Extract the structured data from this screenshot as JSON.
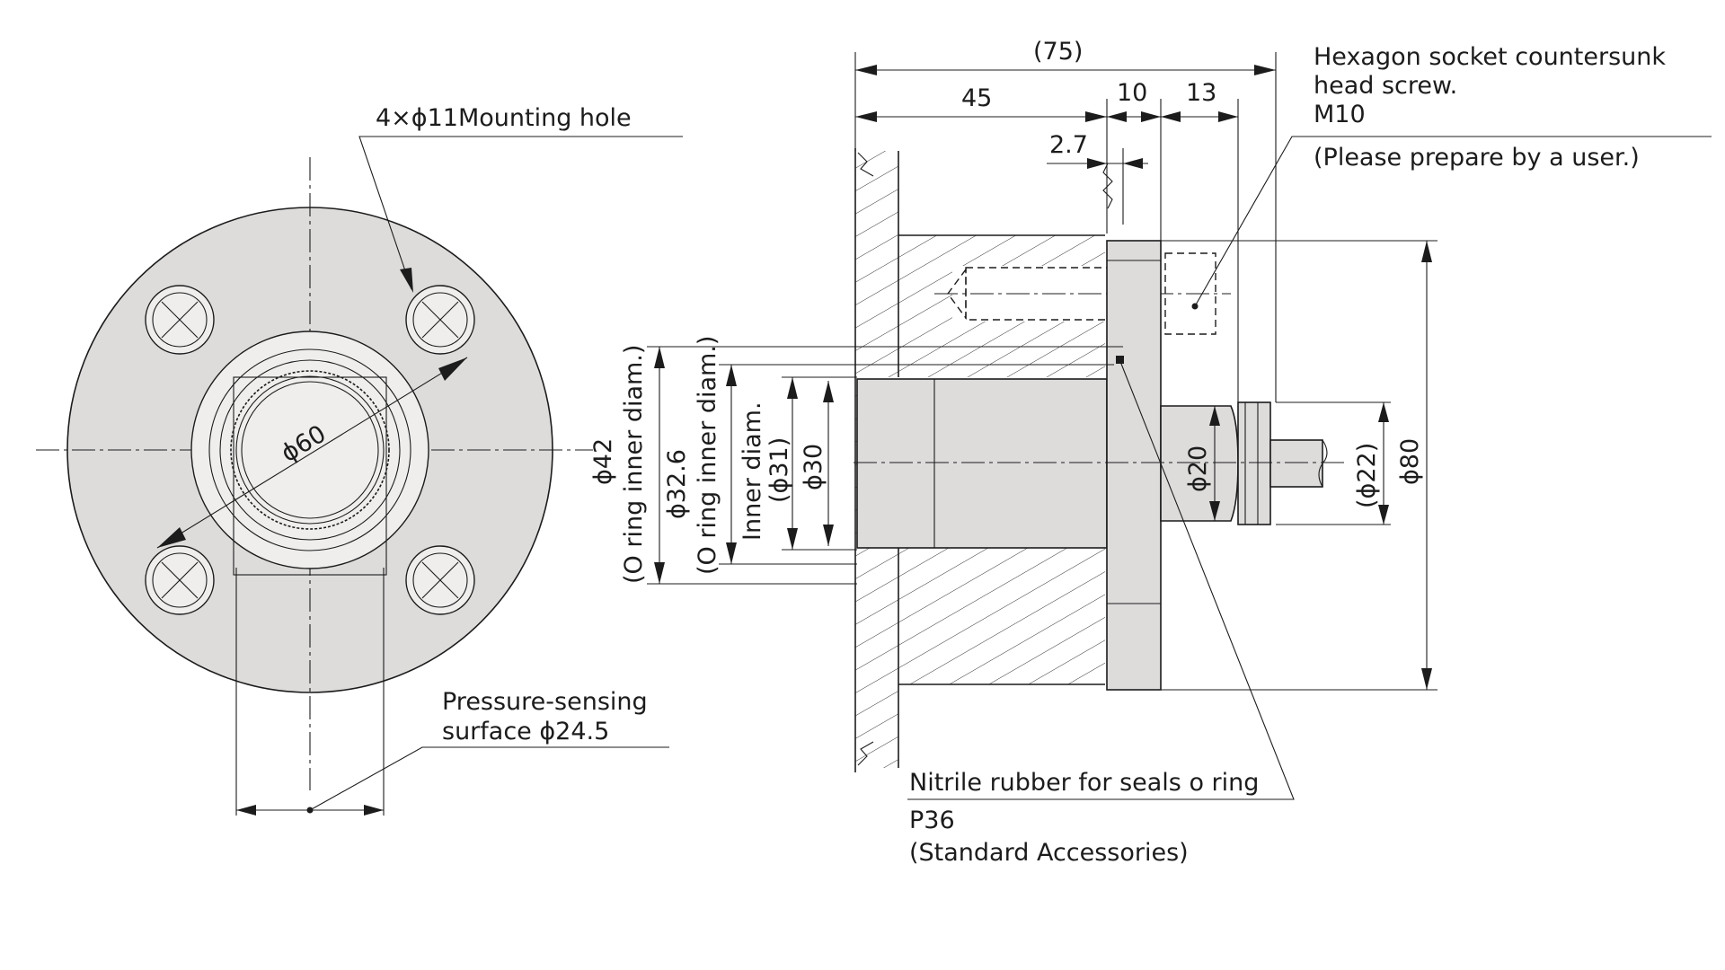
{
  "front_view": {
    "mounting_hole_label": "4×ϕ11Mounting hole",
    "pcd_label": "ϕ60",
    "pressure_surface_label_line1": "Pressure-sensing",
    "pressure_surface_label_line2": "surface ϕ24.5"
  },
  "side_view": {
    "dim_overall": "(75)",
    "dim_45": "45",
    "dim_10": "10",
    "dim_13": "13",
    "dim_2_7": "2.7",
    "dim_phi42": "ϕ42",
    "dim_phi42_sub": "(O ring inner diam.)",
    "dim_phi32_6": "ϕ32.6",
    "dim_phi32_6_sub": "(O ring inner diam.)",
    "dim_inner_diam": "Inner diam.",
    "dim_phi31": "(ϕ31)",
    "dim_phi30": "ϕ30",
    "dim_phi20": "ϕ20",
    "dim_phi22": "(ϕ22)",
    "dim_phi80": "ϕ80"
  },
  "notes": {
    "screw_line1": "Hexagon socket countersunk",
    "screw_line2": "head screw.",
    "screw_line3": "M10",
    "screw_line4": "(Please prepare by a user.)",
    "oring_line1": "Nitrile rubber for seals o ring",
    "oring_line2": "P36",
    "oring_line3": "(Standard Accessories)"
  }
}
